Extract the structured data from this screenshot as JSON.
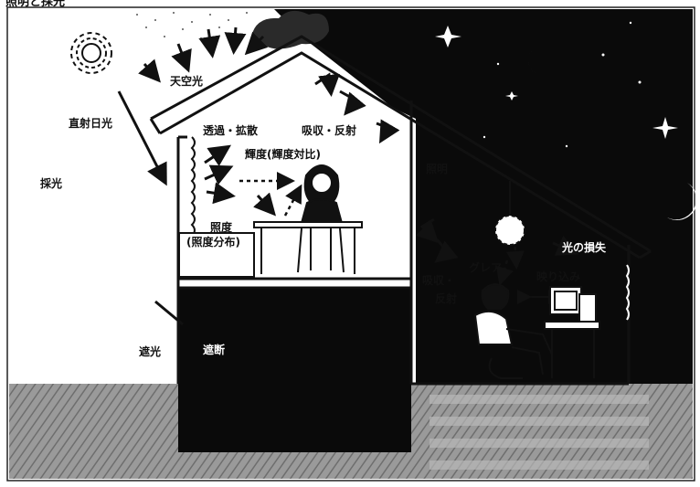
{
  "heading": "照明と採光",
  "labels": {
    "sky_light": "天空光",
    "direct_sunlight": "直射日光",
    "daylighting": "採光",
    "transmit_diffuse": "透過・拡散",
    "absorb_reflect_upper": "吸収・反射",
    "luminance": "輝度(輝度対比)",
    "illuminance": "照度",
    "illuminance_distribution": "(照度分布)",
    "lighting": "照明",
    "absorb_reflect_lower_1": "吸収・",
    "absorb_reflect_lower_2": "反射",
    "glare": "グレア",
    "reflection": "映り込み",
    "light_loss": "光の損失",
    "shading": "遮光",
    "blocking": "遮断"
  },
  "colors": {
    "night": "#0a0a0a",
    "ink": "#111111",
    "ground": "#8a8a8a",
    "paper": "#ffffff"
  }
}
